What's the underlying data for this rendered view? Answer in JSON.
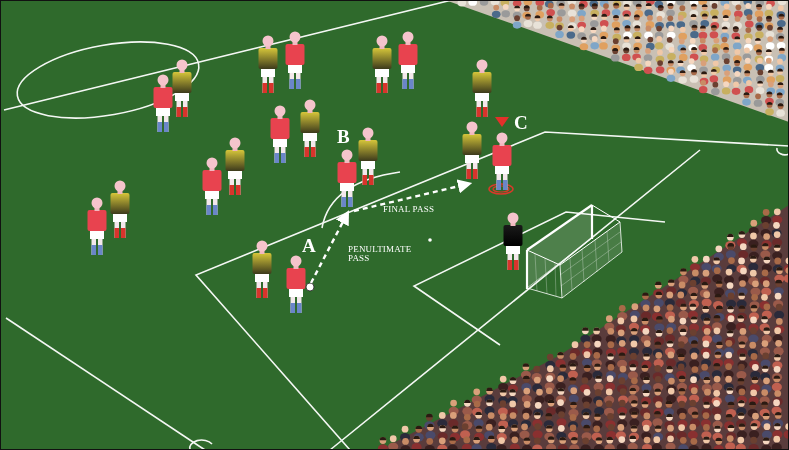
{
  "diagram": {
    "labels": [
      "A",
      "B",
      "C",
      "FINAL PASS",
      "PENULTIMATE PASS"
    ]
  }
}
